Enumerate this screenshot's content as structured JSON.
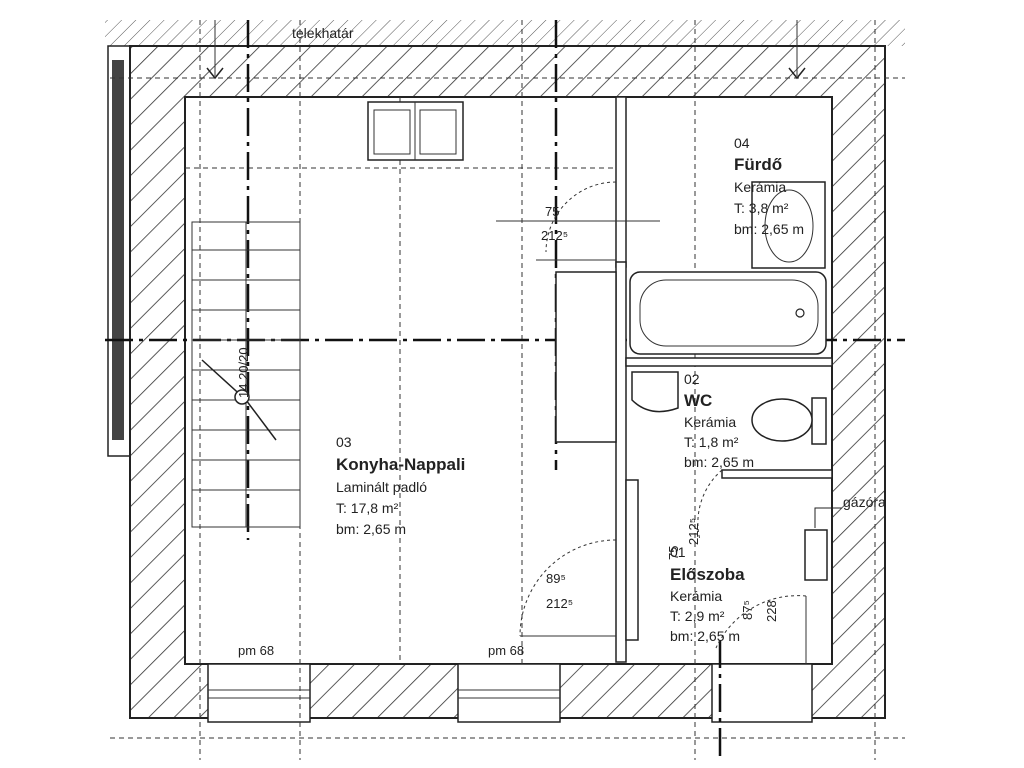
{
  "plan": {
    "labels": {
      "plot_boundary": "telekhatár",
      "gas_meter": "gázóra",
      "window_left": "pm 68",
      "window_mid": "pm 68",
      "stair": "14 20/20"
    },
    "rooms": {
      "kitchen": {
        "number": "03",
        "name": "Konyha-Nappali",
        "floor": "Laminált padló",
        "area": "T: 17,8 m²",
        "height": "bm: 2,65 m"
      },
      "bath": {
        "number": "04",
        "name": "Fürdő",
        "floor": "Kerámia",
        "area": "T: 3,8 m²",
        "height": "bm: 2,65 m"
      },
      "wc": {
        "number": "02",
        "name": "WC",
        "floor": "Kerámia",
        "area": "T: 1,8 m²",
        "height": "bm: 2,65 m"
      },
      "hall": {
        "number": "01",
        "name": "Előszoba",
        "floor": "Kerámia",
        "area": "T: 2,9 m²",
        "height": "bm: 2,65 m"
      }
    },
    "dimensions": {
      "bath_door_w": "75",
      "bath_door_h": "212⁵",
      "kitchen_door_w": "89⁵",
      "kitchen_door_h": "212⁵",
      "wc_door_w": "75",
      "wc_door_h": "212⁵",
      "entry_door_w": "87⁵",
      "entry_door_h": "228"
    }
  }
}
